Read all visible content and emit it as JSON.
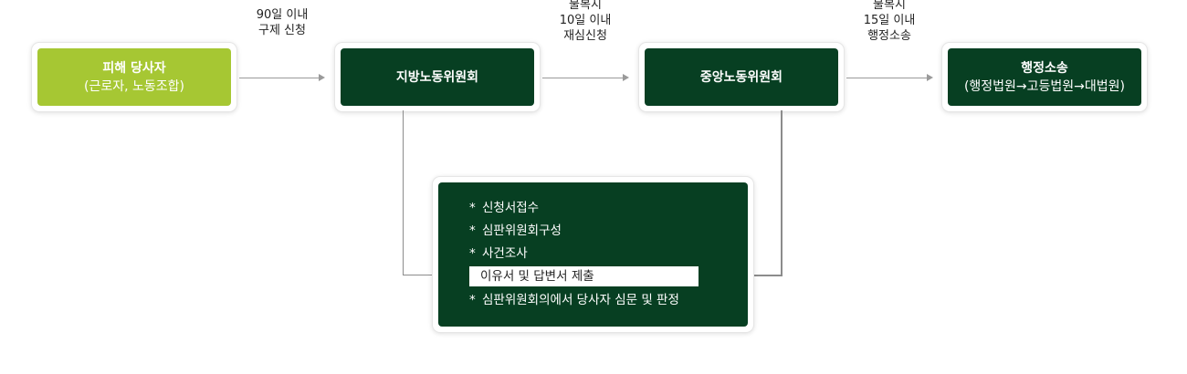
{
  "nodes": {
    "victim": {
      "line1": "피해 당사자",
      "line2": "(근로자, 노동조합)"
    },
    "regional": {
      "label": "지방노동위원회"
    },
    "central": {
      "label": "중앙노동위원회"
    },
    "litigation": {
      "line1": "행정소송",
      "line2": "(행정법원→고등법원→대법원)"
    }
  },
  "edge_notes": {
    "n1": {
      "line1": "90일 이내",
      "line2": "구제 신청"
    },
    "n2": {
      "line1": "불복시",
      "line2": "10일 이내",
      "line3": "재심신청"
    },
    "n3": {
      "line1": "불복시",
      "line2": "15일 이내",
      "line3": "행정소송"
    }
  },
  "process": {
    "bullet": "*",
    "items": [
      "신청서접수",
      "심판위원회구성",
      "사건조사",
      "이유서 및 답변서 제출",
      "심판위원회의에서 당사자 심문 및 판정"
    ]
  },
  "colors": {
    "light_green": "#a6c733",
    "dark_green": "#073f22",
    "line_gray": "#9a9a9a"
  }
}
